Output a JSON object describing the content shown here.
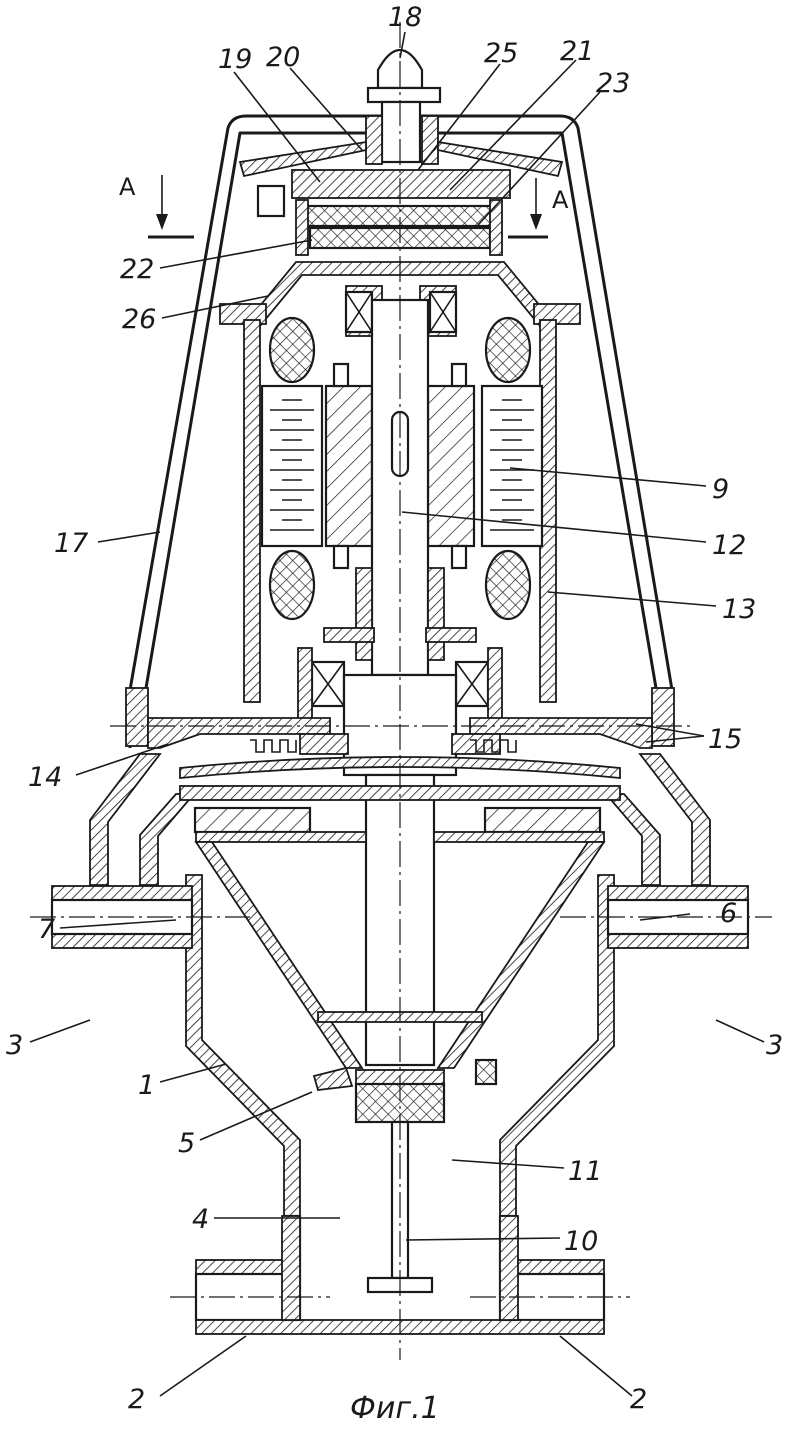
{
  "figure": {
    "caption": "Фиг.1",
    "section_marks": [
      "А",
      "А"
    ],
    "callouts": {
      "c1": "1",
      "c2l": "2",
      "c2r": "2",
      "c3l": "3",
      "c3r": "3",
      "c4": "4",
      "c5": "5",
      "c6": "6",
      "c7": "7",
      "c9": "9",
      "c10": "10",
      "c11": "11",
      "c12": "12",
      "c13": "13",
      "c14": "14",
      "c15": "15",
      "c17": "17",
      "c18": "18",
      "c19": "19",
      "c20": "20",
      "c21": "21",
      "c22": "22",
      "c23": "23",
      "c25": "25",
      "c26": "26"
    }
  }
}
